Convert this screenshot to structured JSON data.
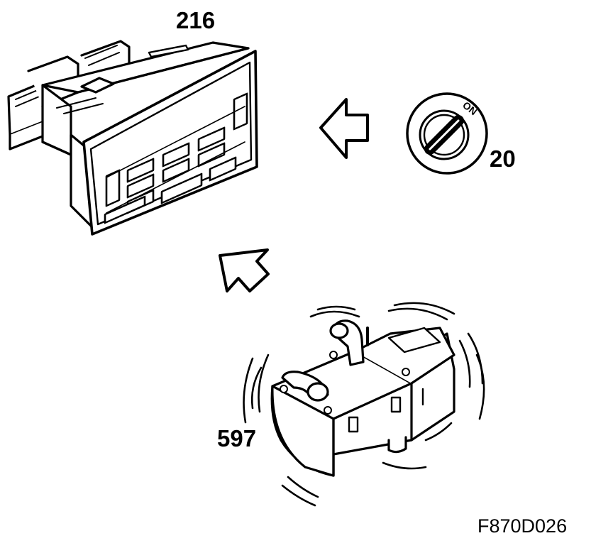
{
  "callouts": {
    "control_panel": "216",
    "ignition_switch": "20",
    "heater_unit": "597"
  },
  "ignition": {
    "on_label": "ON"
  },
  "figure_code": "F870D026",
  "colors": {
    "ink": "#000000",
    "paper": "#ffffff"
  }
}
